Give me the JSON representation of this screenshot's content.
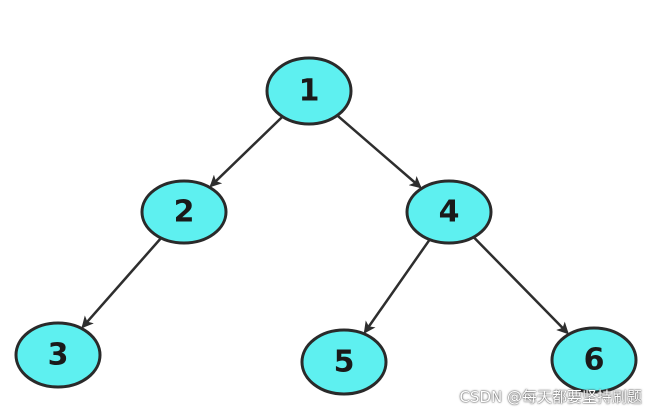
{
  "colors": {
    "node_fill": "#5ef0f0",
    "node_stroke": "#2a2a2a",
    "edge": "#2e2e2e"
  },
  "tree": {
    "nodes": [
      {
        "id": "n1",
        "label": "1"
      },
      {
        "id": "n2",
        "label": "2"
      },
      {
        "id": "n3",
        "label": "3"
      },
      {
        "id": "n4",
        "label": "4"
      },
      {
        "id": "n5",
        "label": "5"
      },
      {
        "id": "n6",
        "label": "6"
      }
    ],
    "edges": [
      {
        "from": "n1",
        "to": "n2"
      },
      {
        "from": "n1",
        "to": "n4"
      },
      {
        "from": "n2",
        "to": "n3"
      },
      {
        "from": "n4",
        "to": "n5"
      },
      {
        "from": "n4",
        "to": "n6"
      }
    ]
  },
  "watermark": "CSDN @每天都要坚持刷题"
}
